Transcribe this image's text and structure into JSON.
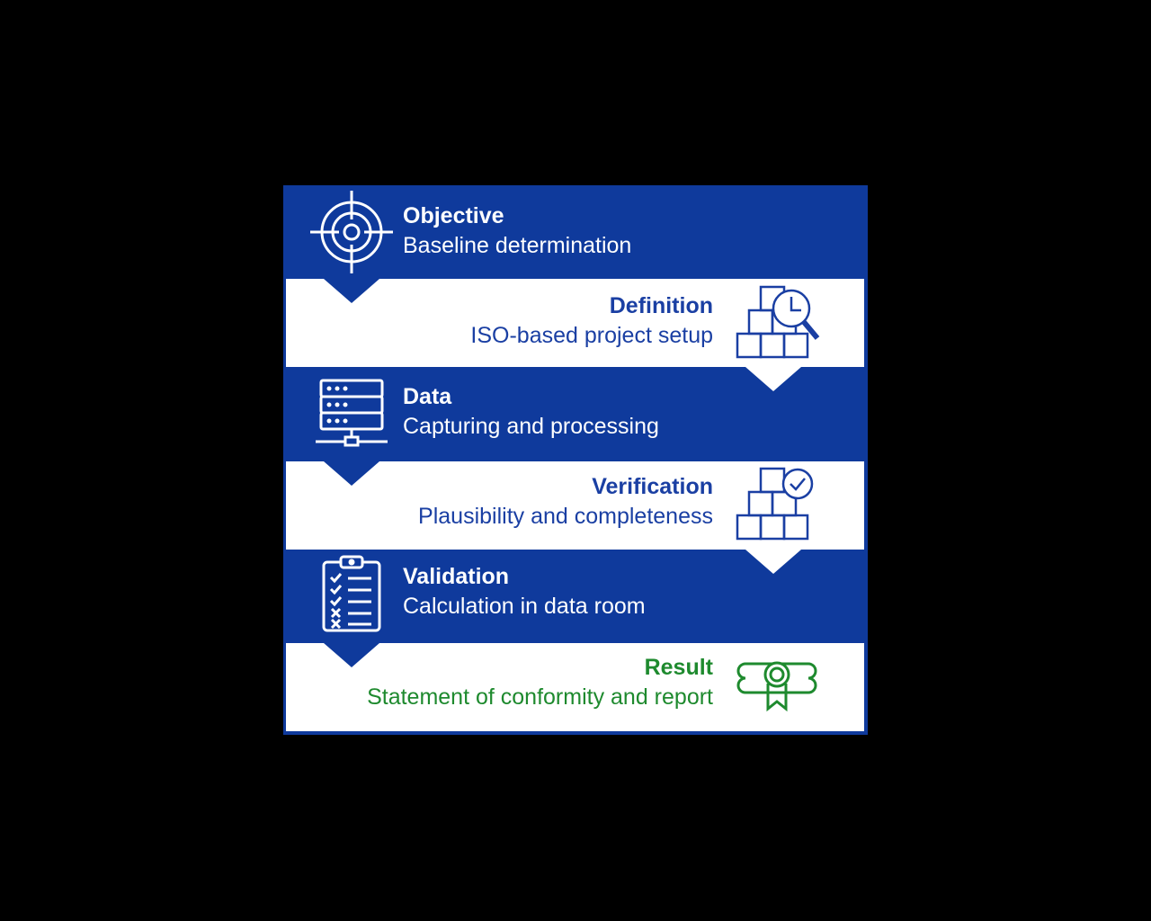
{
  "steps": [
    {
      "title": "Objective",
      "subtitle": "Baseline determination",
      "icon": "target-icon"
    },
    {
      "title": "Definition",
      "subtitle": "ISO-based project setup",
      "icon": "boxes-clock-icon"
    },
    {
      "title": "Data",
      "subtitle": "Capturing and processing",
      "icon": "server-icon"
    },
    {
      "title": "Verification",
      "subtitle": "Plausibility and completeness",
      "icon": "boxes-check-icon"
    },
    {
      "title": "Validation",
      "subtitle": "Calculation in data room",
      "icon": "checklist-icon"
    },
    {
      "title": "Result",
      "subtitle": "Statement of conformity and report",
      "icon": "certificate-icon"
    }
  ],
  "colors": {
    "blue": "#0f3a9c",
    "white": "#ffffff",
    "green": "#1e8a2e",
    "text_blue": "#1a3fa3"
  }
}
